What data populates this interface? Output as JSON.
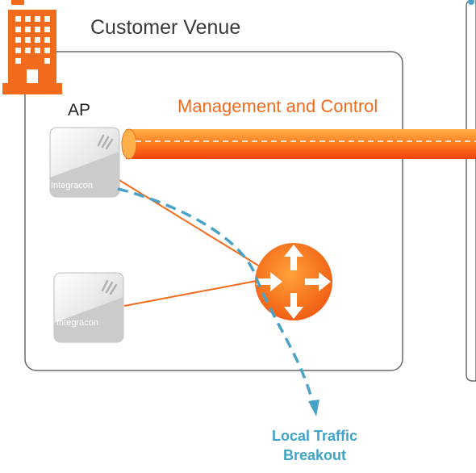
{
  "venue": {
    "title": "Customer Venue"
  },
  "ap_label": "AP",
  "management_label": "Management and Control",
  "access_points": [
    {
      "name": "access-point-1",
      "text": "Integracon"
    },
    {
      "name": "access-point-2",
      "text": "Integracon"
    }
  ],
  "breakout_label": "Local Traffic Breakout",
  "colors": {
    "orange": "#f26b1d",
    "dashed_blue": "#4aa3c6",
    "box_border": "#6a6a6a"
  },
  "icons": [
    "building-icon",
    "access-point-icon",
    "router-icon",
    "arrow-head-icon"
  ]
}
